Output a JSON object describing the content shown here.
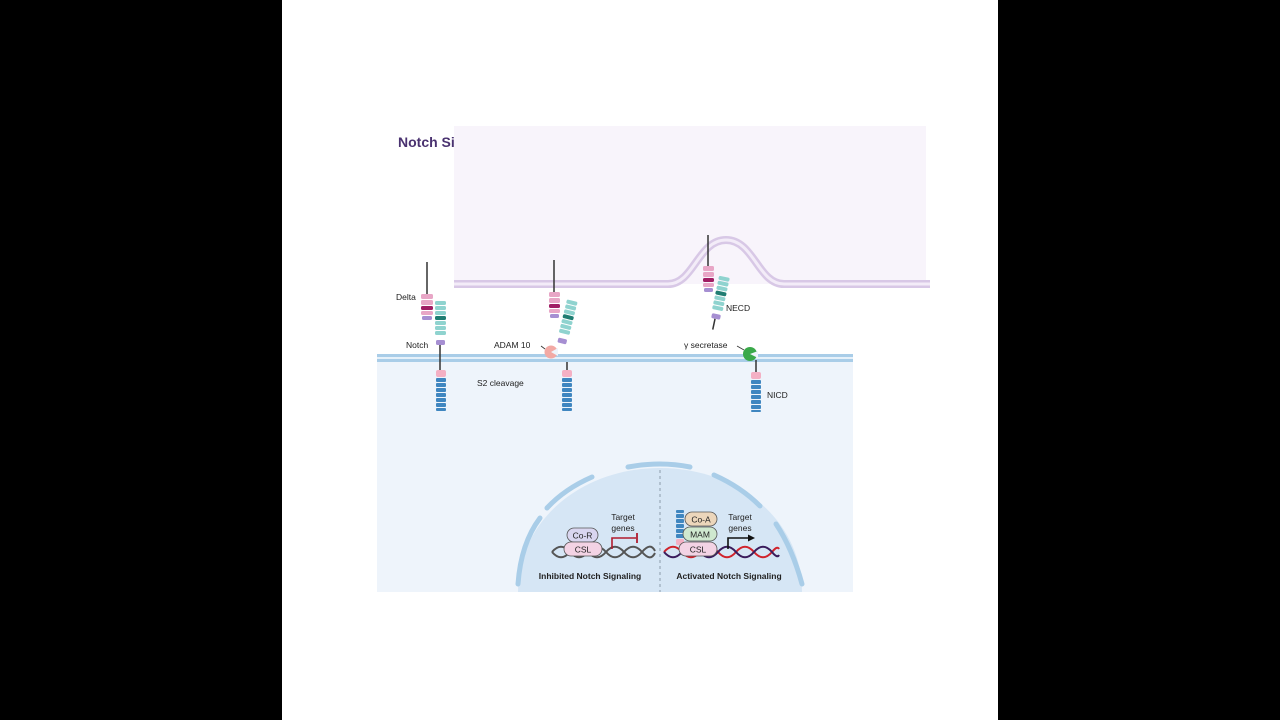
{
  "title": "Notch Signalling Pathway",
  "colors": {
    "title": "#4a3270",
    "upper_cell_bg": "#f8f4fb",
    "lower_cell_bg": "#eef4fb",
    "upper_membrane": "#d8c8e6",
    "lower_membrane": "#a9cde8",
    "delta_pink": "#e8a6c6",
    "delta_dark": "#a01e64",
    "notch_teal": "#8fd3cf",
    "notch_dark": "#1f7d72",
    "linker_purple": "#a68fd2",
    "icd_pink": "#f4b0c4",
    "icd_blue": "#3f86c0",
    "adam10": "#f2a9a4",
    "gamma_secretase": "#3aa94a",
    "dna_dark": "#444444",
    "dna_red": "#d0232c"
  },
  "labels": {
    "delta": "Delta",
    "notch": "Notch",
    "adam10": "ADAM 10",
    "s2_cleavage": "S2 cleavage",
    "necd": "NECD",
    "gamma_secretase": "γ secretase",
    "nicd": "NICD"
  },
  "nucleus": {
    "inhibited": {
      "caption": "Inhibited Notch Signaling",
      "co_r": "Co-R",
      "csl": "CSL",
      "target_genes_line1": "Target",
      "target_genes_line2": "genes"
    },
    "activated": {
      "caption": "Activated Notch Signaling",
      "co_a": "Co-A",
      "mam": "MAM",
      "csl": "CSL",
      "target_genes_line1": "Target",
      "target_genes_line2": "genes"
    }
  }
}
